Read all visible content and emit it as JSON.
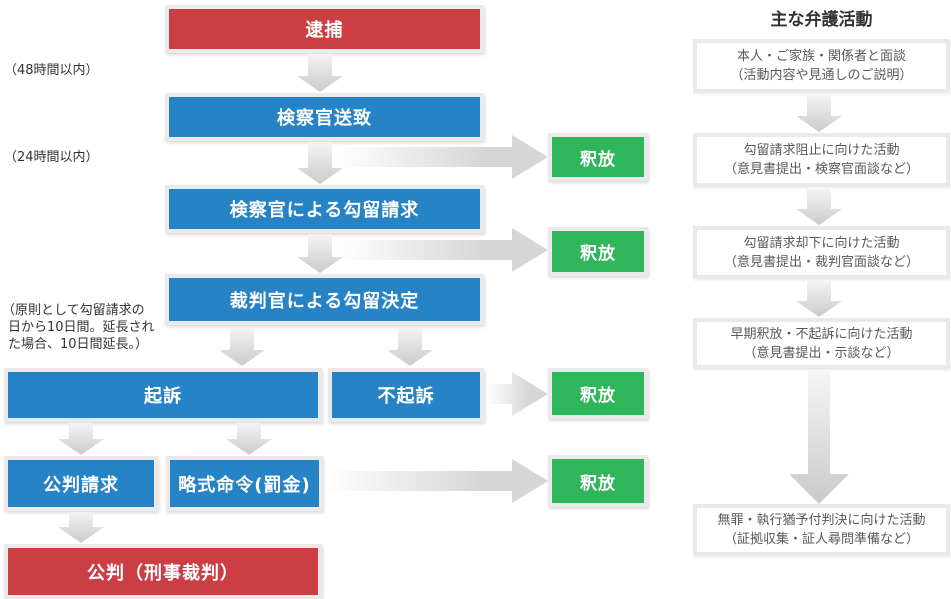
{
  "colors": {
    "box_red": "#cb3e44",
    "box_blue": "#2583c6",
    "box_green": "#2fb65a",
    "box_frame": "#eaeaea",
    "arrow_gray": "#d6d6d6",
    "text_dark": "#333333",
    "text_gray": "#595959"
  },
  "flow": {
    "arrest": "逮捕",
    "referral": "検察官送致",
    "detention_request": "検察官による勾留請求",
    "detention_decision": "裁判官による勾留決定",
    "indictment": "起訴",
    "non_indictment": "不起訴",
    "trial_request": "公判請求",
    "summary_order": "略式命令(罰金)",
    "trial": "公判（刑事裁判）"
  },
  "annotations": {
    "within_48h": "（48時間以内）",
    "within_24h": "（24時間以内）",
    "detention_period_line1": "（原則として勾留請求の",
    "detention_period_line2": "日から10日間。延長され",
    "detention_period_line3": "た場合、10日間延長。）"
  },
  "releases": [
    {
      "label": "釈放"
    },
    {
      "label": "釈放"
    },
    {
      "label": "釈放"
    },
    {
      "label": "釈放"
    }
  ],
  "defense": {
    "heading": "主な弁護活動",
    "boxes": [
      {
        "line1": "本人・ご家族・関係者と面談",
        "line2": "（活動内容や見通しのご説明）"
      },
      {
        "line1": "勾留請求阻止に向けた活動",
        "line2": "（意見書提出・検察官面談など）"
      },
      {
        "line1": "勾留請求却下に向けた活動",
        "line2": "（意見書提出・裁判官面談など）"
      },
      {
        "line1": "早期釈放・不起訴に向けた活動",
        "line2": "（意見書提出・示談など）"
      },
      {
        "line1": "無罪・執行猶予付判決に向けた活動",
        "line2": "（証拠収集・証人尋問準備など）"
      }
    ]
  }
}
